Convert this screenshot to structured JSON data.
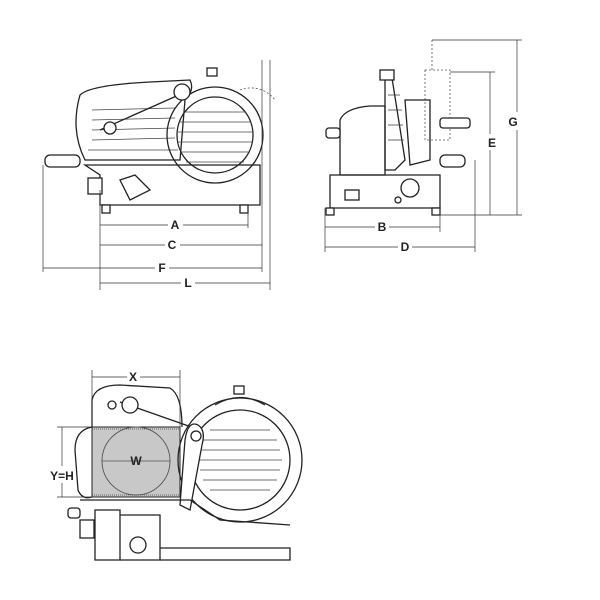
{
  "dimensions": {
    "A": "A",
    "B": "B",
    "C": "C",
    "D": "D",
    "E": "E",
    "F": "F",
    "G": "G",
    "L": "L",
    "X": "X",
    "YH": "Y=H",
    "W": "W"
  },
  "colors": {
    "line": "#222222",
    "shade": "#c8c8c8"
  }
}
